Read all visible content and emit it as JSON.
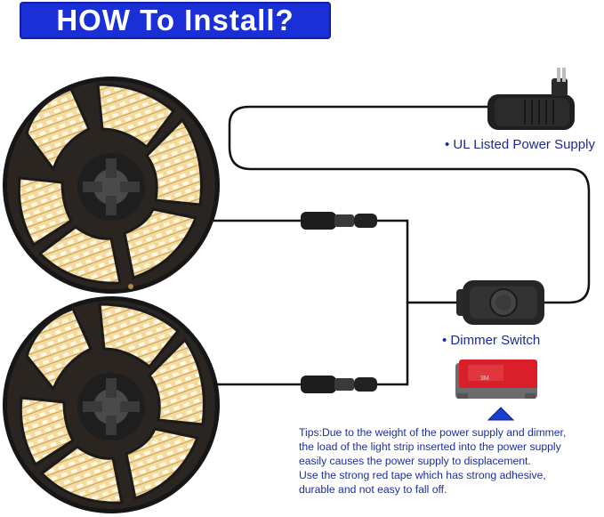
{
  "title": "HOW To Install?",
  "labels": {
    "power_supply": "• UL Listed Power Supply",
    "dimmer": "• Dimmer Switch"
  },
  "tape_text": "3M",
  "tips": {
    "lines": [
      "Tips:Due to the weight of the power supply and dimmer,",
      "the load of the light strip inserted into the power supply",
      "easily causes the power supply to displacement.",
      "Use the strong red tape which has strong adhesive,",
      "durable and not easy to fall off."
    ]
  },
  "colors": {
    "banner": "#1a2fd6",
    "label_text": "#1a2a9a",
    "tape": "#d81f2a",
    "led_glow": "#f8e2a8",
    "arrow": "#1c3fd0"
  },
  "icons": {
    "arrow": "up-triangle-icon"
  }
}
